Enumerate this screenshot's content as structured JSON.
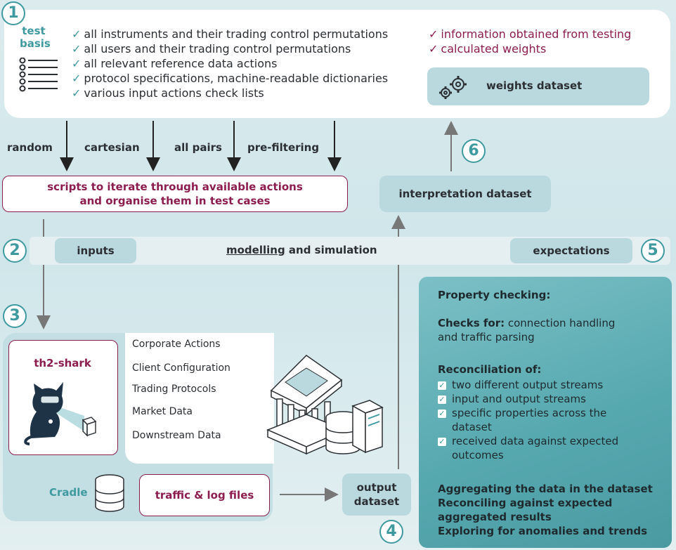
{
  "steps": [
    "1",
    "2",
    "3",
    "4",
    "5",
    "6"
  ],
  "test_basis": {
    "label_line1": "test",
    "label_line2": "basis",
    "items": [
      "all instruments and their trading control permutations",
      "all users and their trading control permutations",
      "all relevant reference data actions",
      "protocol specifications, machine-readable dictionaries",
      "various input actions check lists"
    ],
    "extra_items": [
      "information obtained from testing",
      "calculated weights"
    ],
    "check_glyph": "✓"
  },
  "weights_dataset": {
    "label": "weights dataset",
    "icon": "gears-icon"
  },
  "strategies": [
    "random",
    "cartesian",
    "all pairs",
    "pre-filtering"
  ],
  "scripts_box": {
    "line1": "scripts to iterate through available actions",
    "line2": "and organise them in test cases"
  },
  "interpretation_dataset": "interpretation dataset",
  "modelling_band": {
    "left_pill": "inputs",
    "center_underlined": "modelling",
    "center_rest": " and simulation",
    "right_pill": "expectations"
  },
  "th2_shark": {
    "label": "th2-shark",
    "icon": "shark-cat-mascot-icon"
  },
  "data_flows": [
    "Corporate Actions",
    "Client Configuration",
    "Trading Protocols",
    "Market Data",
    "Downstream Data"
  ],
  "system_icon": "exchange-building-icon",
  "cradle": {
    "label": "Cradle",
    "icon": "database-icon"
  },
  "traffic_box": "traffic & log files",
  "output_dataset": {
    "line1": "output",
    "line2": "dataset"
  },
  "property_checking": {
    "title": "Property checking:",
    "checks_for_bold": "Checks for:",
    "checks_for_rest": " connection handling",
    "checks_for_line2": "and traffic parsing",
    "reconciliation_title": "Reconciliation of:",
    "reconciliation_items": [
      [
        "two different output streams"
      ],
      [
        "input and output streams"
      ],
      [
        "specific properties across the",
        "dataset"
      ],
      [
        "received data against expected",
        "outcomes"
      ]
    ],
    "summary_lines": [
      "Aggregating the data in the dataset",
      "Reconciling against expected",
      "aggregated results",
      "Exploring for anomalies and trends"
    ]
  },
  "colors": {
    "accent": "#3f9aa0",
    "maroon": "#8c1d4f",
    "panel": "#b9d9de"
  }
}
